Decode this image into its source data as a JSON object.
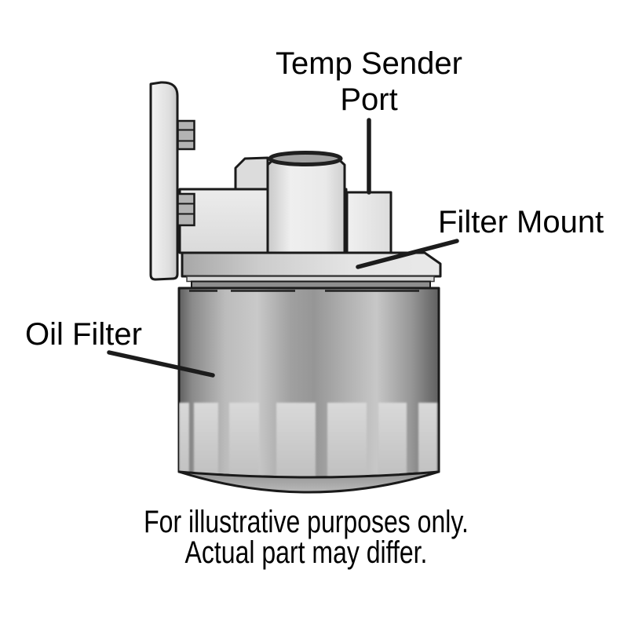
{
  "diagram": {
    "title_hint": "Oil filter and mount illustration",
    "labels": {
      "temp_sender": {
        "line1": "Temp Sender",
        "line2": "Port"
      },
      "filter_mount": "Filter Mount",
      "oil_filter": "Oil Filter"
    },
    "caption": {
      "line1": "For illustrative purposes only.",
      "line2": "Actual part may differ."
    },
    "colors": {
      "background": "#ffffff",
      "outline": "#1a1a1a",
      "text": "#000000",
      "metal_light": "#e8e8e8",
      "metal_mid": "#b5b5b5",
      "metal_dark": "#5e5e5e"
    }
  }
}
